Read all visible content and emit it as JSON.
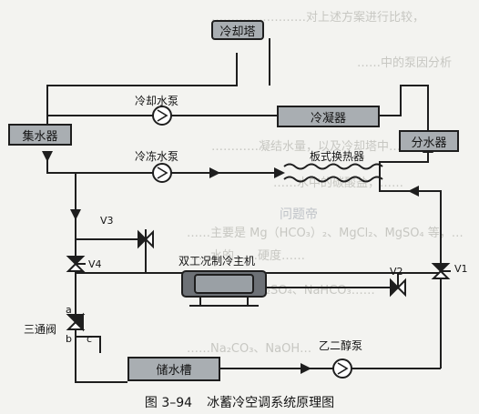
{
  "background_text": [
    "……………………对上述方案进行比较，",
    "……中的泵因分析",
    "…………凝结水量，以及冷却塔中…",
    "……水中的碳酸盐，……",
    "……主要是 Mg（HCO₃）₂、MgCl₂、MgSO₄ 等，…",
    "……水的……硬度……",
    "……主要有 Na₂SO₄、NaHCO₃……",
    "……Na₂CO₃、NaOH…"
  ],
  "components": {
    "cooling_tower": "冷却塔",
    "condenser": "冷凝器",
    "water_collector": "集水器",
    "water_distributor": "分水器",
    "plate_heat_exchanger": "板式换热器",
    "chiller": "双工况制冷主机",
    "storage_tank": "储水槽"
  },
  "pumps": {
    "cooling_water_pump": "冷却水泵",
    "chilled_water_pump": "冷冻水泵",
    "glycol_pump": "乙二醇泵"
  },
  "valves": {
    "v1": "V1",
    "v2": "V2",
    "v3": "V3",
    "v4": "V4",
    "three_way": "三通阀",
    "port_a": "a",
    "port_b": "b",
    "port_c": "c"
  },
  "caption": {
    "figure_number": "图 3–94",
    "title": "冰蓄冷空调系统原理图"
  },
  "watermark": "问题帝",
  "colors": {
    "line": "#1e1e1e",
    "component_fill": "#a9aeb2",
    "background": "#f3f3f0"
  }
}
